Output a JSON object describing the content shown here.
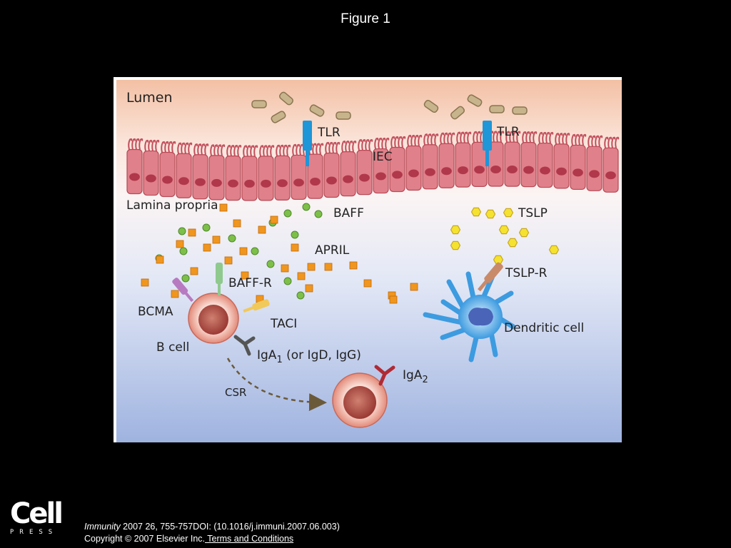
{
  "figure": {
    "title": "Figure 1"
  },
  "diagram": {
    "labels": {
      "lumen": "Lumen",
      "tlr_left": "TLR",
      "tlr_right": "TLR",
      "iec": "IEC",
      "lamina_propria": "Lamina propria",
      "baff": "BAFF",
      "tslp": "TSLP",
      "april": "APRIL",
      "baff_r": "BAFF-R",
      "tslp_r": "TSLP-R",
      "bcma": "BCMA",
      "taci": "TACI",
      "dendritic_cell": "Dendritic cell",
      "b_cell": "B cell",
      "iga1_base": "IgA",
      "iga1_sub": "1",
      "iga1_rest": " (or IgD, IgG)",
      "csr": "CSR",
      "iga2_base": "IgA",
      "iga2_sub": "2"
    },
    "colors": {
      "lumen_top": "#f3c0a4",
      "lamina_bottom": "#9fb3e0",
      "epithelium": "#d4626a",
      "nucleus": "#b0384a",
      "tlr": "#1e96d8",
      "baff": "#7dbf49",
      "april": "#f0961e",
      "tslp": "#f5e230",
      "dendritic": "#3d9be0",
      "bcell": "#e89a8c"
    }
  },
  "footer": {
    "journal": "Immunity",
    "citation": " 2007 26, 755-757DOI: (10.1016/j.immuni.2007.06.003)",
    "copyright": "Copyright © 2007 Elsevier Inc.",
    "terms_link": " Terms and Conditions"
  },
  "logo": {
    "word": "Cell",
    "press": "PRESS"
  }
}
